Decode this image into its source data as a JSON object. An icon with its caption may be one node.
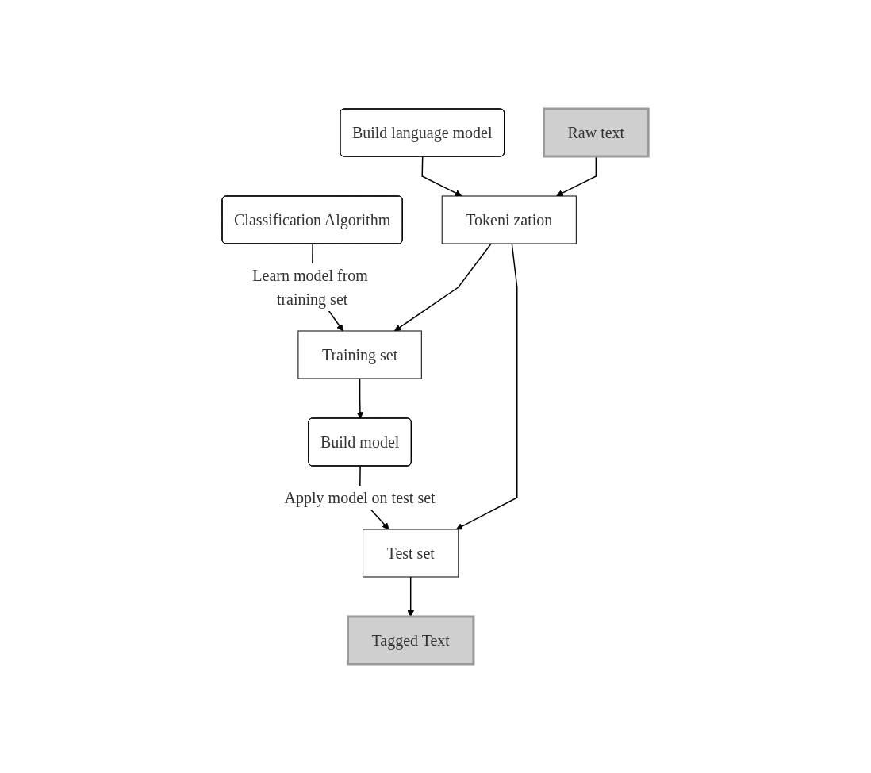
{
  "diagram": {
    "nodes": [
      {
        "text": [
          "Classification Algorithm"
        ]
      },
      {
        "text": [
          "Build language model"
        ]
      },
      {
        "text": [
          "Training set"
        ]
      },
      {
        "text": [
          "Raw text"
        ]
      },
      {
        "text": [
          "Tokeni zation"
        ]
      },
      {
        "text": [
          "Build model"
        ]
      },
      {
        "text": [
          "Test set"
        ]
      },
      {
        "text": [
          "Tagged Text"
        ]
      }
    ],
    "edges": [
      {
        "from": 0,
        "to": 2,
        "arrow": "to",
        "label": "Learn model from training set"
      },
      {
        "from": 1,
        "to": 4,
        "arrow": "to"
      },
      {
        "from": 3,
        "to": 4,
        "arrow": "to"
      },
      {
        "from": 4,
        "to": 2,
        "arrow": "to"
      },
      {
        "from": 4,
        "to": 6,
        "arrow": "to"
      },
      {
        "from": 2,
        "to": 5,
        "arrow": "to"
      },
      {
        "from": 5,
        "to": 6,
        "arrow": "to",
        "label": "Apply model on test set"
      },
      {
        "from": 6,
        "to": 7,
        "arrow": "to"
      }
    ]
  }
}
